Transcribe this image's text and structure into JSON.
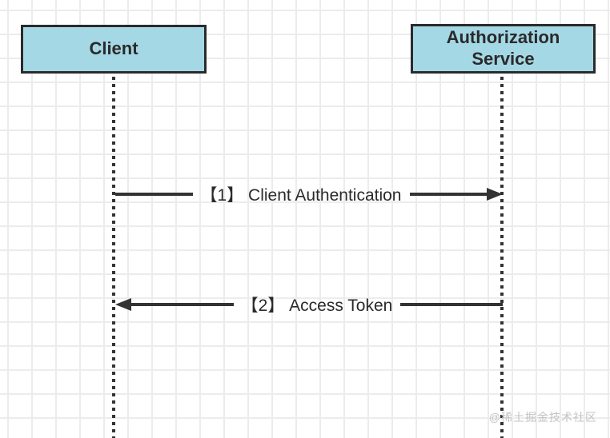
{
  "diagram": {
    "type": "sequence",
    "actors": [
      {
        "id": "client",
        "name": "Client"
      },
      {
        "id": "authorization-service",
        "name": "Authorization Service"
      }
    ],
    "messages": [
      {
        "step": 1,
        "label": "【1】 Client Authentication",
        "from": "Client",
        "to": "Authorization Service",
        "direction": "right"
      },
      {
        "step": 2,
        "label": "【2】 Access Token",
        "from": "Authorization Service",
        "to": "Client",
        "direction": "left"
      }
    ]
  },
  "watermark": {
    "text": "@稀土掘金技术社区"
  },
  "colors": {
    "background": "#ffffff",
    "grid": "#ececec",
    "actor_fill": "#a5d8e5",
    "actor_border": "#2b2b2b",
    "text": "#2a2a2a",
    "line": "#333333",
    "watermark": "#c3c3c3"
  }
}
